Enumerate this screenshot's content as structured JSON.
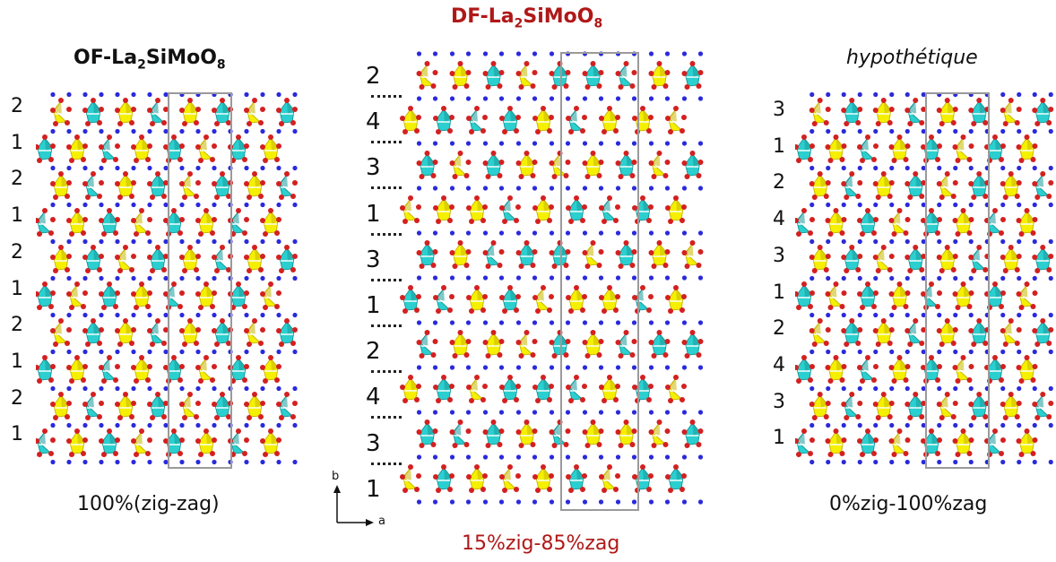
{
  "panels": [
    {
      "title_prefix": "OF-La",
      "title_sub1": "2",
      "title_mid": "SiMoO",
      "title_sub2": "8",
      "caption": "100%(zig-zag)",
      "row_labels": [
        "2",
        "1",
        "2",
        "1",
        "2",
        "1",
        "2",
        "1",
        "2",
        "1"
      ]
    },
    {
      "title_prefix": "DF-La",
      "title_sub1": "2",
      "title_mid": "SiMoO",
      "title_sub2": "8",
      "caption": "15%zig-85%zag",
      "row_labels": [
        "2",
        "4",
        "3",
        "1",
        "3",
        "1",
        "2",
        "4",
        "3",
        "1"
      ]
    },
    {
      "title": "hypothétique",
      "caption": "0%zig-100%zag",
      "row_labels": [
        "3",
        "1",
        "2",
        "4",
        "3",
        "1",
        "2",
        "4",
        "3",
        "1"
      ]
    }
  ],
  "axes": {
    "b": "b",
    "a": "a"
  },
  "colors": {
    "yellow": "#f5f000",
    "yellow_dark": "#c9b800",
    "cyan": "#2bcfcf",
    "cyan_dark": "#1a9a9a",
    "oxygen": "#d42020",
    "lanthanum": "#2a2adc",
    "cell": "#9a9a9a",
    "red_text": "#b01818"
  }
}
